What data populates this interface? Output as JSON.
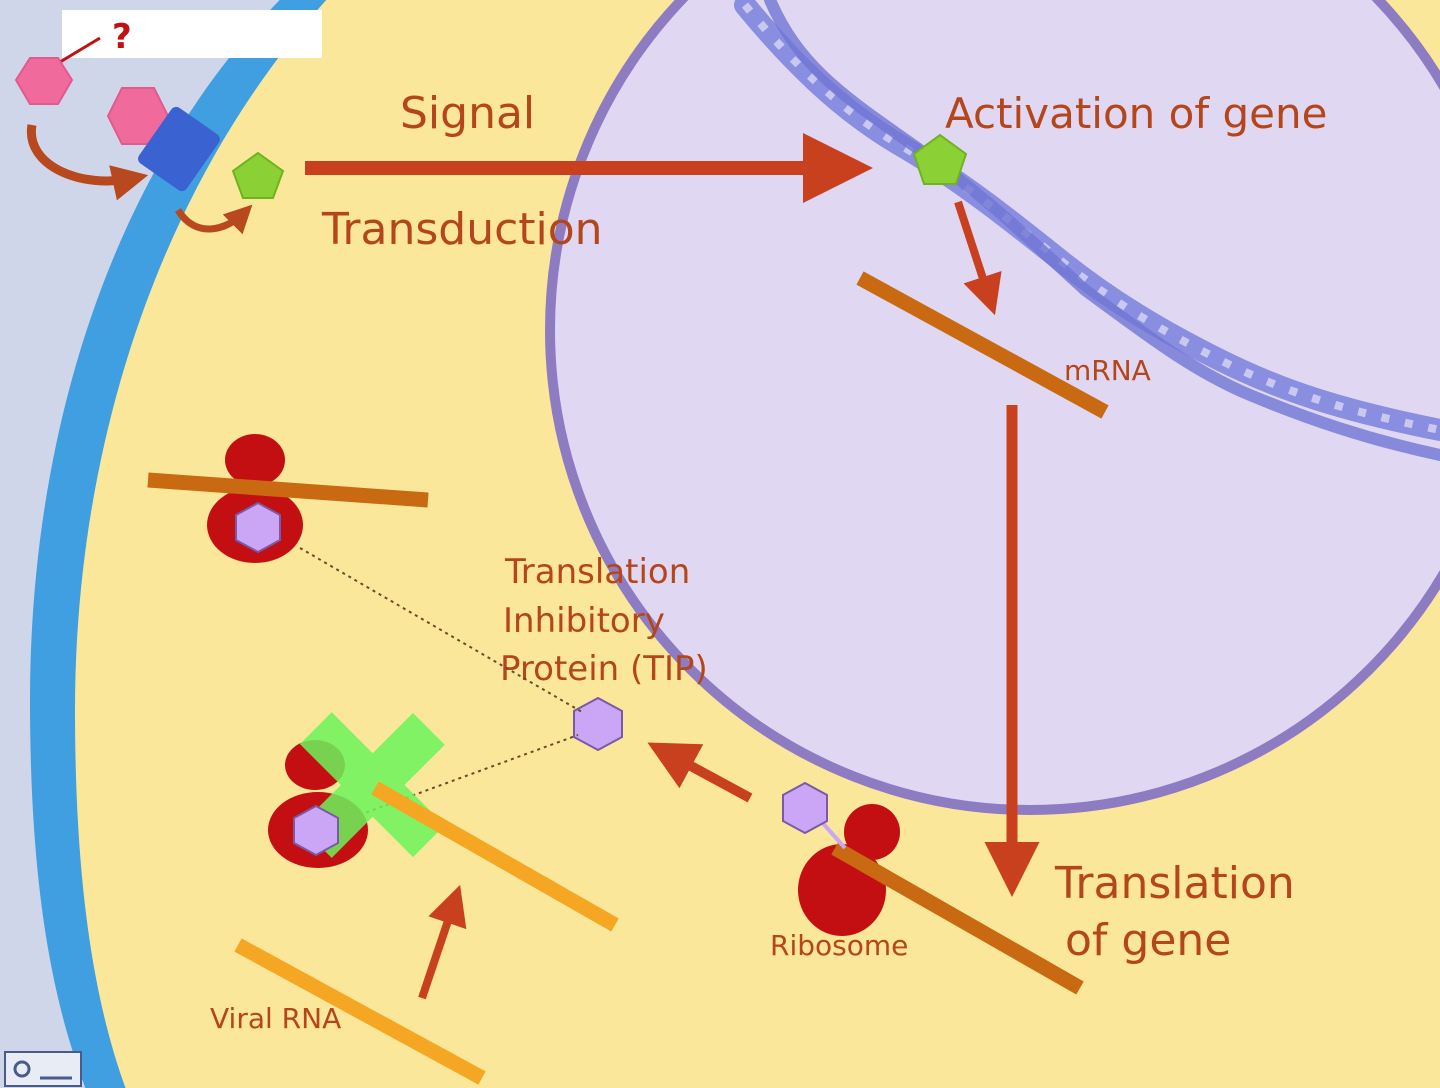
{
  "labels": {
    "question_mark": "?",
    "signal": "Signal",
    "transduction": "Transduction",
    "activation": "Activation of gene",
    "mrna": "mRNA",
    "tip_line1": "Translation",
    "tip_line2": "Inhibitory",
    "tip_line3": "Protein (TIP)",
    "translation_line1": "Translation",
    "translation_line2": "of gene",
    "ribosome": "Ribosome",
    "viral_rna": "Viral RNA"
  },
  "colors": {
    "extracellular": "#cfd6ea",
    "membrane": "#3f9fe0",
    "cytoplasm": "#fbe79a",
    "nucleus": "#e0d8f2",
    "nuclear_envelope": "#8e7cc3",
    "dna": "#8a8ee0",
    "arrow": "#c8401e",
    "label": "#b5451b",
    "mrna_strand": "#c96a12",
    "viral_strand": "#f5a623",
    "ribosome": "#c40f12",
    "tip": "#cba6f7",
    "ligand": "#f06b9c",
    "receptor": "#3a62d0",
    "signal_molecule": "#8bd136",
    "block_cross": "#6cf55a"
  }
}
